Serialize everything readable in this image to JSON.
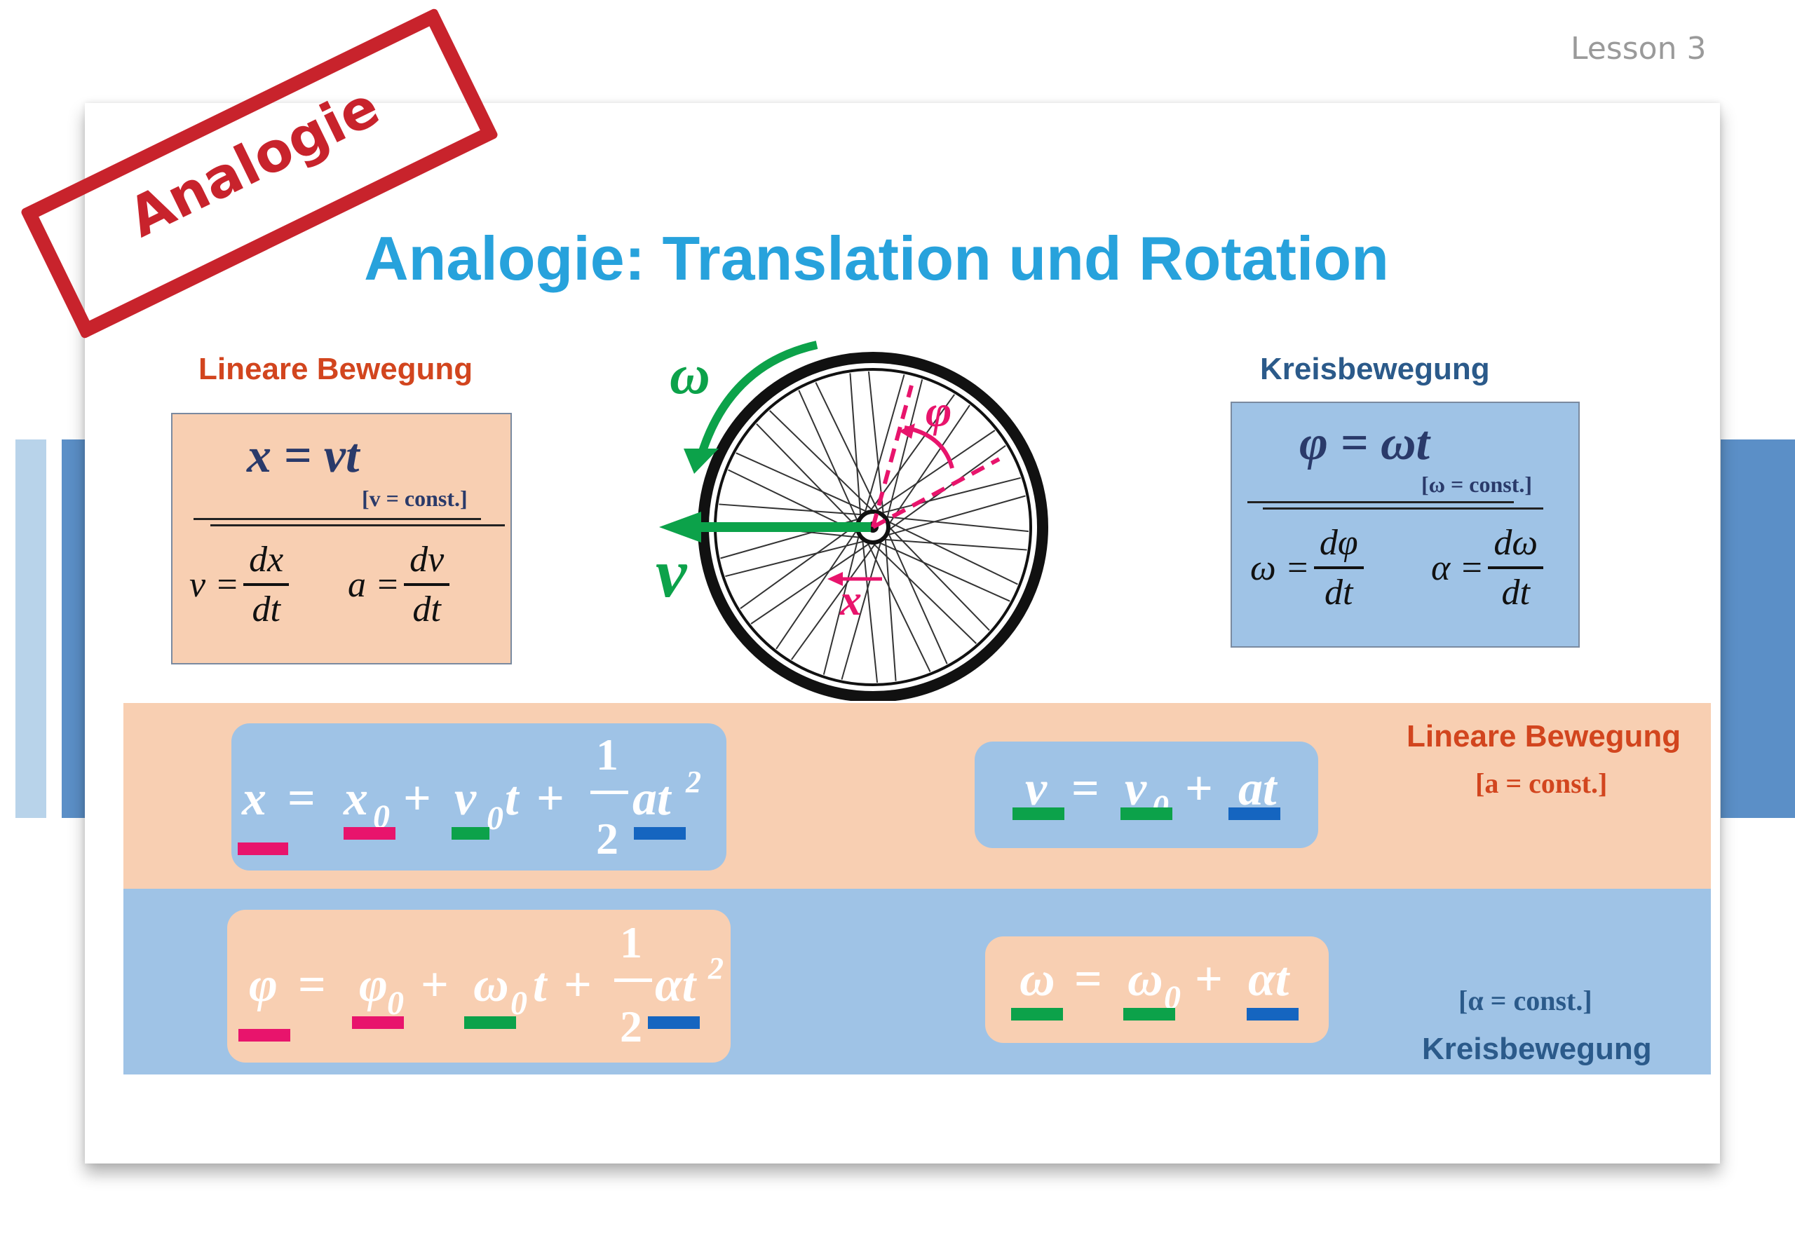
{
  "slide": {
    "lesson_label": "Lesson 3",
    "stamp_text": "Analogie",
    "title": "Analogie: Translation und Rotation"
  },
  "linear_box": {
    "header": "Lineare Bewegung",
    "main_eq": "x = vt",
    "condition": "[v = const.]",
    "v_lhs": "v =",
    "v_num": "dx",
    "v_den": "dt",
    "a_lhs": "a =",
    "a_num": "dv",
    "a_den": "dt"
  },
  "circular_box": {
    "header": "Kreisbewegung",
    "main_eq": "φ = ωt",
    "condition": "[ω = const.]",
    "w_lhs": "ω =",
    "w_num": "dφ",
    "w_den": "dt",
    "alpha_lhs": "α =",
    "alpha_num": "dω",
    "alpha_den": "dt"
  },
  "wheel": {
    "omega_label": "ω",
    "v_label": "v",
    "phi_label": "φ",
    "x_label": "x"
  },
  "linear_band": {
    "label": "Lineare Bewegung",
    "condition": "[a = const.]",
    "eq1": {
      "x": "x",
      "eq": "=",
      "x0": "x",
      "x0_sub": "0",
      "plus1": "+",
      "v0": "v",
      "v0_sub": "0",
      "t": "t",
      "plus2": "+",
      "half_num": "1",
      "half_den": "2",
      "a": "at",
      "sq": "2"
    },
    "eq2": {
      "v": "v",
      "eq": "=",
      "v0": "v",
      "v0_sub": "0",
      "plus": "+",
      "at": "at"
    }
  },
  "circular_band": {
    "label": "Kreisbewegung",
    "condition": "[α = const.]",
    "eq1": {
      "phi": "φ",
      "eq": "=",
      "phi0": "φ",
      "phi0_sub": "0",
      "plus1": "+",
      "w0": "ω",
      "w0_sub": "0",
      "t": "t",
      "plus2": "+",
      "half_num": "1",
      "half_den": "2",
      "alpha": "αt",
      "sq": "2"
    },
    "eq2": {
      "w": "ω",
      "eq": "=",
      "w0": "ω",
      "w0_sub": "0",
      "plus": "+",
      "alphat": "αt"
    }
  },
  "colors": {
    "title_blue": "#27a2dc",
    "linear_orange": "#d2451e",
    "circular_navy": "#2b5a8a",
    "peach": "#f8cfb2",
    "light_blue": "#9fc3e6",
    "pink_underline": "#e8146c",
    "green_underline": "#0ca24a",
    "blue_underline": "#1565c0",
    "stamp_red": "#c8232c"
  }
}
